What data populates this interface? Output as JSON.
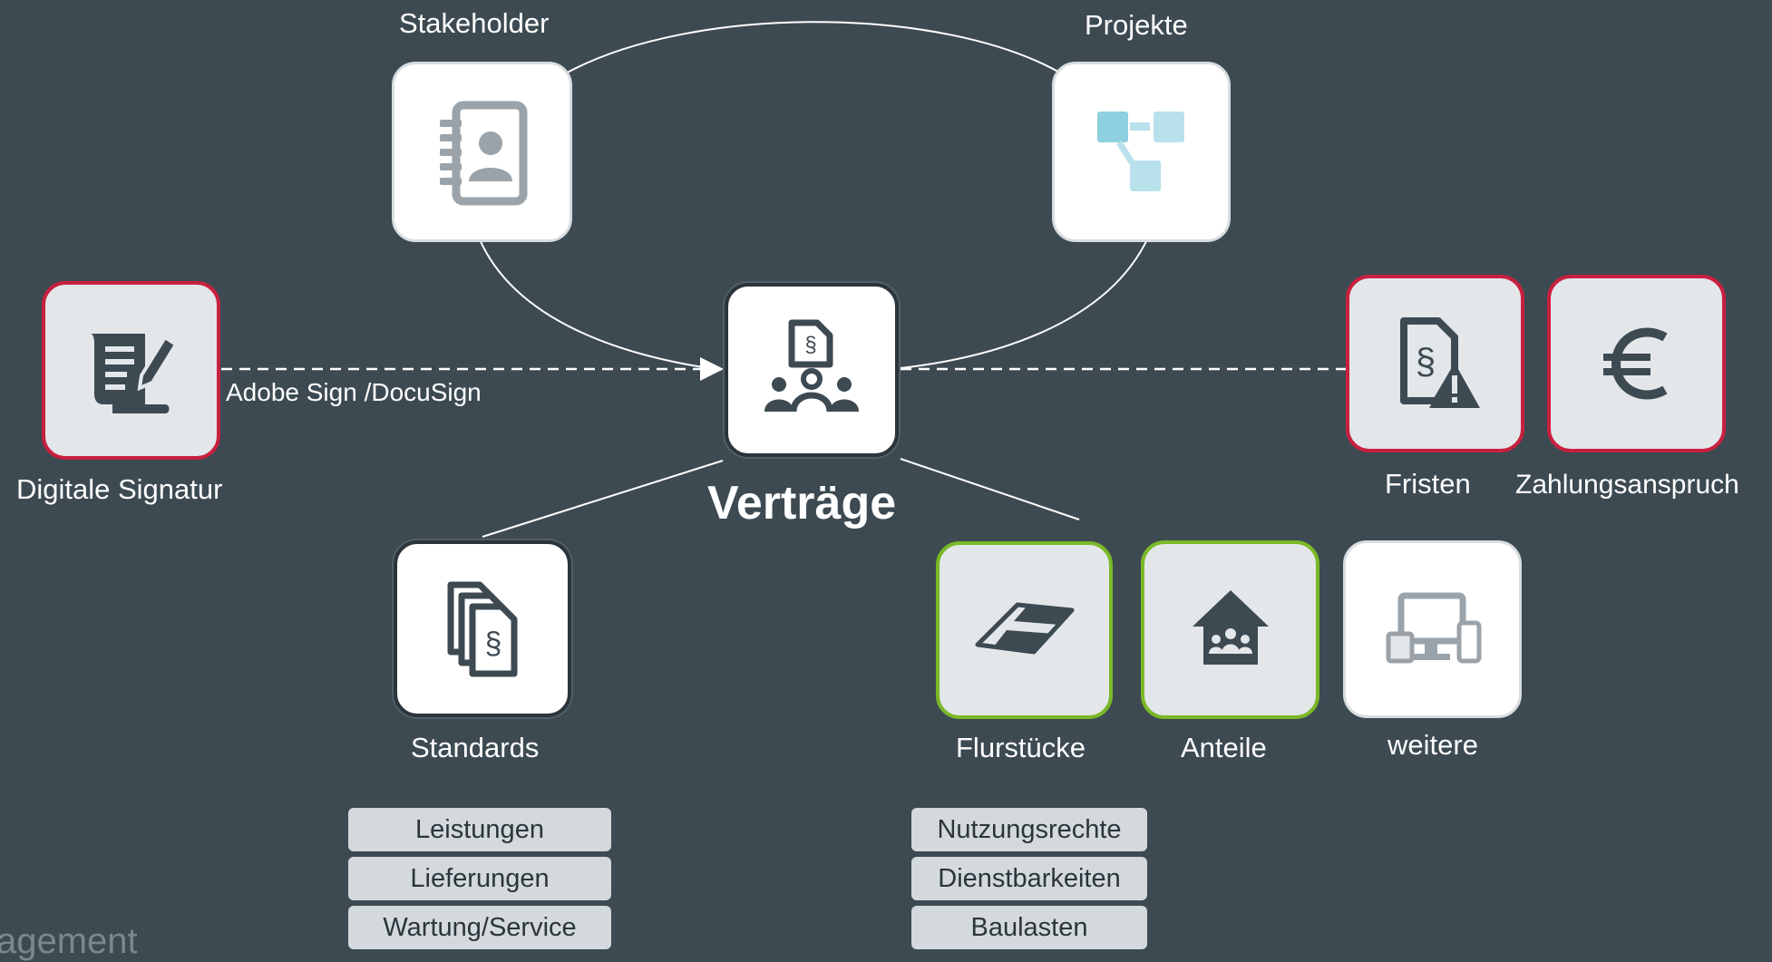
{
  "center": {
    "title": "Verträge",
    "icon": "contract-people-icon"
  },
  "nodes": {
    "stakeholder": {
      "label": "Stakeholder",
      "icon": "contact-book-icon"
    },
    "projekte": {
      "label": "Projekte",
      "icon": "project-structure-icon"
    },
    "signatur": {
      "label": "Digitale Signatur",
      "icon": "signed-document-icon",
      "edge_label": "Adobe Sign /DocuSign"
    },
    "fristen": {
      "label": "Fristen",
      "icon": "document-warning-icon"
    },
    "zahlung": {
      "label": "Zahlungsanspruch",
      "icon": "euro-icon"
    },
    "standards": {
      "label": "Standards",
      "icon": "document-stack-icon"
    },
    "flurstuecke": {
      "label": "Flurstücke",
      "icon": "land-parcel-icon"
    },
    "anteile": {
      "label": "Anteile",
      "icon": "house-people-icon"
    },
    "weitere": {
      "label": "weitere",
      "icon": "devices-icon"
    }
  },
  "standards_tags": [
    "Leistungen",
    "Lieferungen",
    "Wartung/Service"
  ],
  "flurstuecke_tags": [
    "Nutzungsrechte",
    "Dienstbarkeiten",
    "Baulasten"
  ],
  "cut_text": "agement",
  "colors": {
    "background": "#3d4a52",
    "alert_border": "#c8203f",
    "ok_border": "#7ab827",
    "icon_dark": "#3d4a52",
    "icon_gray": "#9aa3a9",
    "icon_blue": "#8ecfe0"
  }
}
